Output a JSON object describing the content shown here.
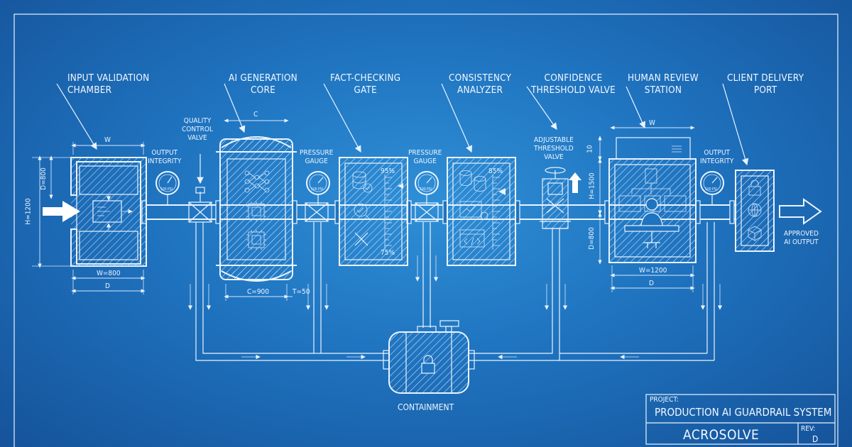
{
  "callouts": {
    "input_validation": "INPUT VALIDATION\nCHAMBER",
    "ai_core": "AI GENERATION\nCORE",
    "fact_check": "FACT-CHECKING\nGATE",
    "consistency": "CONSISTENCY\nANALYZER",
    "confidence": "CONFIDENCE\nTHRESHOLD VALVE",
    "human_review": "HUMAN REVIEW\nSTATION",
    "client_delivery": "CLIENT DELIVERY\nPORT"
  },
  "small_labels": {
    "quality_valve": "QUALITY\nCONTROL\nVALVE",
    "output_integrity_1": "OUTPUT\nINTEGRITY",
    "pressure_gauge_1": "PRESSURE\nGAUGE",
    "pressure_gauge_2": "PRESSURE\nGAUGE",
    "adjustable_valve": "ADJUSTABLE\nTHRESHOLD\nVALVE",
    "output_integrity_2": "OUTPUT\nINTEGRITY",
    "approved_output": "APPROVED\nAI OUTPUT",
    "containment": "CONTAINMENT",
    "gauge_unit": "100 PSI"
  },
  "dimensions": {
    "w_top_1": "W",
    "w_bottom_1": "W=800",
    "d_bottom_1": "D",
    "h_left_1": "H=1200",
    "d_left_1": "D=800",
    "c_top_core": "C",
    "c_bottom_core": "C=900",
    "t_core": "T=50",
    "w_top_review": "W",
    "w_bottom_review": "W=1200",
    "d_bottom_review": "D",
    "h_review": "H=1500",
    "d_review": "D=800",
    "ten": "10"
  },
  "gate_scale": {
    "top": "95%",
    "bottom": "75%"
  },
  "analyzer_scale": {
    "top": "85%"
  },
  "title_block": {
    "project_label": "PROJECT:",
    "project_name": "PRODUCTION AI GUARDRAIL SYSTEM",
    "company": "ACROSOLVE",
    "rev_label": "REV:",
    "rev_value": "D"
  }
}
